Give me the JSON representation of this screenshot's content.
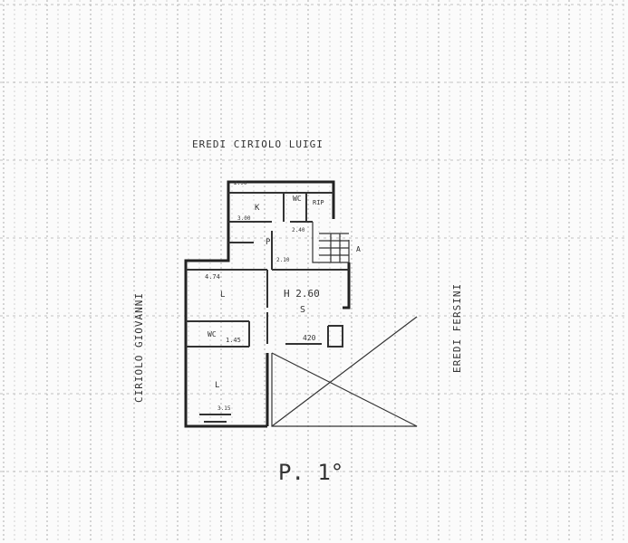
{
  "plan": {
    "neighbor_north": "EREDI CIRIOLO LUIGI",
    "neighbor_west": "CIRIOLO GIOVANNI",
    "neighbor_east": "EREDI FERSINI",
    "floor_label": "P. 1°",
    "labels": {
      "wc_top": "WC",
      "rip": "RIP",
      "wc_left": "WC",
      "kitchen": "K",
      "room_l": "L",
      "room_l2": "L",
      "hall_height": "H 2.60",
      "hall_s": "S",
      "door_p": "P",
      "room_a": "A",
      "dim_420": "420",
      "dim_474": "4.74",
      "dim_145": "1.45",
      "dim_290": "2.90",
      "dim_210": "2.10",
      "dim_240": "2.40",
      "dim_315": "3.15",
      "dim_300": "3.00"
    }
  }
}
